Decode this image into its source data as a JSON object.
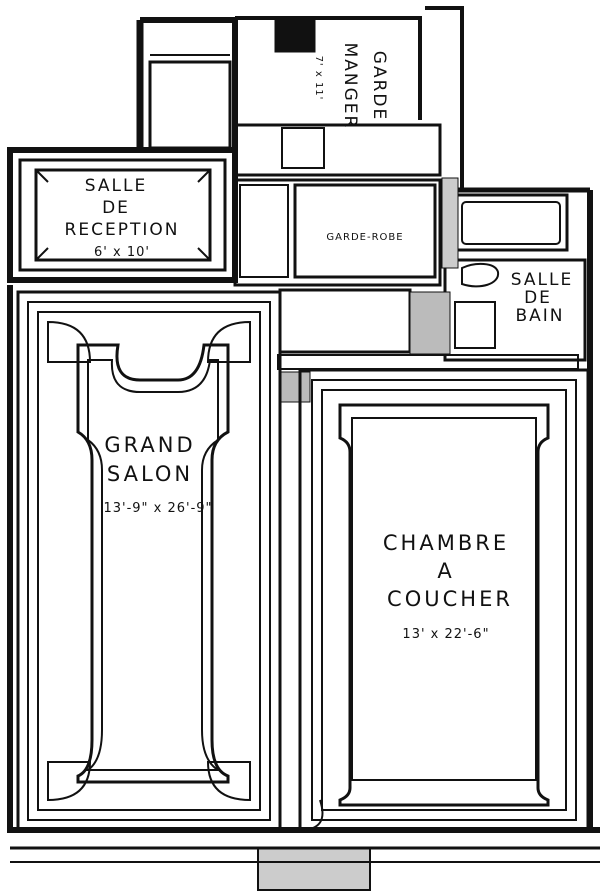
{
  "rooms": {
    "salle_reception": {
      "line1": "SALLE",
      "line2": "DE",
      "line3": "RECEPTION",
      "dims": "6' x 10'"
    },
    "garde_manger": {
      "line1": "GARDE",
      "line2": "MANGER",
      "dims": "7' x 11'"
    },
    "garde_robe": {
      "name": "GARDE-ROBE"
    },
    "salle_de_bain": {
      "line1": "SALLE",
      "line2": "DE",
      "line3": "BAIN"
    },
    "grand_salon": {
      "line1": "GRAND",
      "line2": "SALON",
      "dims": "13'-9\" x 26'-9\""
    },
    "chambre_a_coucher": {
      "line1": "CHAMBRE",
      "line2": "A",
      "line3": "COUCHER",
      "dims": "13' x 22'-6\""
    }
  },
  "colors": {
    "ink": "#111111",
    "paper": "#ffffff"
  }
}
